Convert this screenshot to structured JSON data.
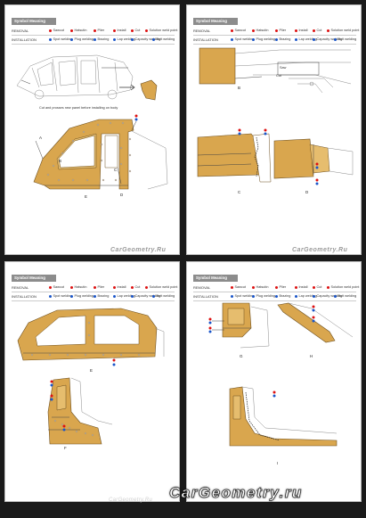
{
  "symbol_title": "Symbol Meaning",
  "legend": {
    "removal_label": "REMOVAL",
    "installation_label": "INSTALLATION",
    "removal_items": [
      "Sawcut",
      "Hatsutin",
      "Plier",
      "Install",
      "Cut",
      "Solution weld point"
    ],
    "installation_items": [
      "Spot welding",
      "Plug welding",
      "Brazing",
      "Lap welding",
      "Capacity welding",
      "Butt welding"
    ]
  },
  "page1": {
    "note": "Cut and prosses new panel before installing on body",
    "labels": [
      "A",
      "B",
      "C",
      "D",
      "E"
    ]
  },
  "page2": {
    "labels": [
      "B",
      "C",
      "D"
    ],
    "callouts": [
      "Saw",
      "Cut"
    ]
  },
  "page3": {
    "labels": [
      "E",
      "F"
    ]
  },
  "page4": {
    "labels": [
      "G",
      "H",
      "I"
    ]
  },
  "watermark": "CarGeometry.Ru",
  "brand": "CarGeometry",
  "brand_domain": ".ru"
}
